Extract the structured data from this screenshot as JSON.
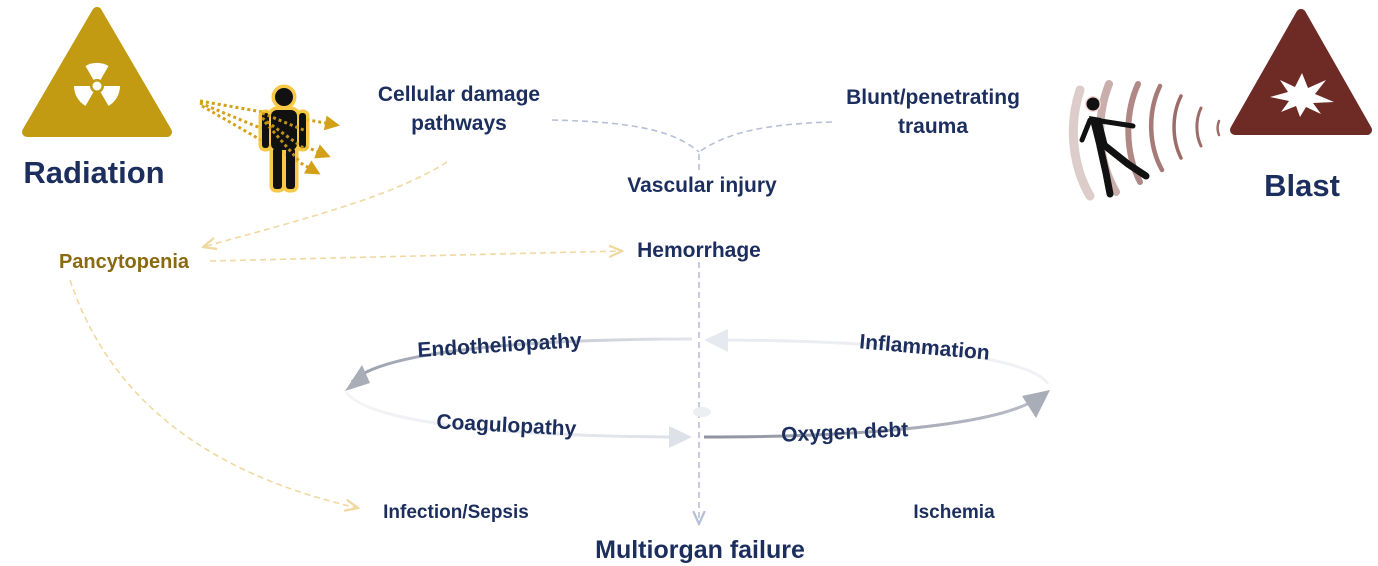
{
  "colors": {
    "navy": "#1c2e5e",
    "gold": "#b8960c",
    "pancytopenia_text": "#8a6a10",
    "gold_line": "#f0d9a0",
    "blue_dash": "#b8bfd8",
    "blast_red": "#6e2a24",
    "cycle_gray": "#a9adb8",
    "cycle_light": "#e6e9ef"
  },
  "hazards": {
    "radiation": {
      "label": "Radiation",
      "icon": "radiation-warning-triangle-icon"
    },
    "blast": {
      "label": "Blast",
      "icon": "explosion-warning-triangle-icon"
    }
  },
  "figures": {
    "radiation_person": "person-irradiated-icon",
    "blast_person": "person-blown-by-blast-icon"
  },
  "nodes": {
    "cellular_line1": "Cellular damage",
    "cellular_line2": "pathways",
    "blunt_line1": "Blunt/penetrating",
    "blunt_line2": "trauma",
    "vascular": "Vascular injury",
    "hemorrhage": "Hemorrhage",
    "pancytopenia": "Pancytopenia",
    "infection": "Infection/Sepsis",
    "ischemia": "Ischemia",
    "multiorgan": "Multiorgan failure"
  },
  "cycle": {
    "endotheliopathy": "Endotheliopathy",
    "inflammation": "Inflammation",
    "coagulopathy": "Coagulopathy",
    "oxygen_debt": "Oxygen debt"
  }
}
